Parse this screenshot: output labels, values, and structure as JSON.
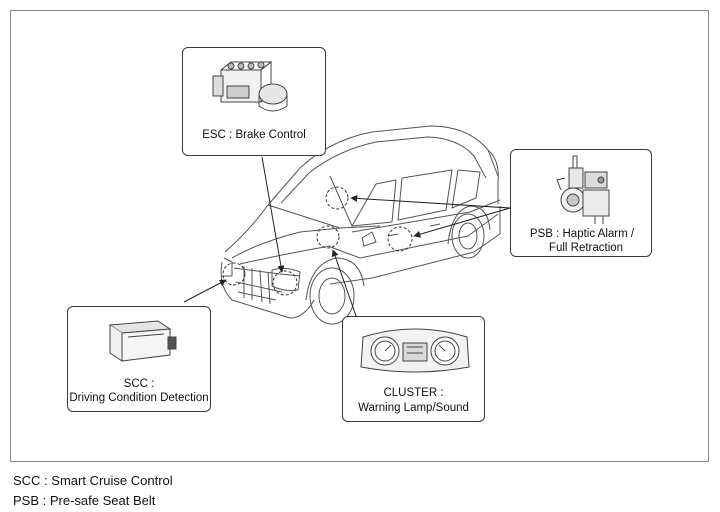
{
  "callouts": {
    "esc": {
      "label": "ESC : Brake Control",
      "icon": "abs-esc-module-icon"
    },
    "psb": {
      "line1": "PSB : Haptic Alarm /",
      "line2": "Full Retraction",
      "icon": "seat-belt-pretensioner-icon"
    },
    "scc": {
      "line1": "SCC :",
      "line2": "Driving Condition Detection",
      "icon": "radar-sensor-icon"
    },
    "cluster": {
      "line1": "CLUSTER :",
      "line2": "Warning Lamp/Sound",
      "icon": "instrument-cluster-icon"
    }
  },
  "legend": {
    "scc": "SCC : Smart Cruise Control",
    "psb": "PSB : Pre-safe Seat Belt"
  }
}
